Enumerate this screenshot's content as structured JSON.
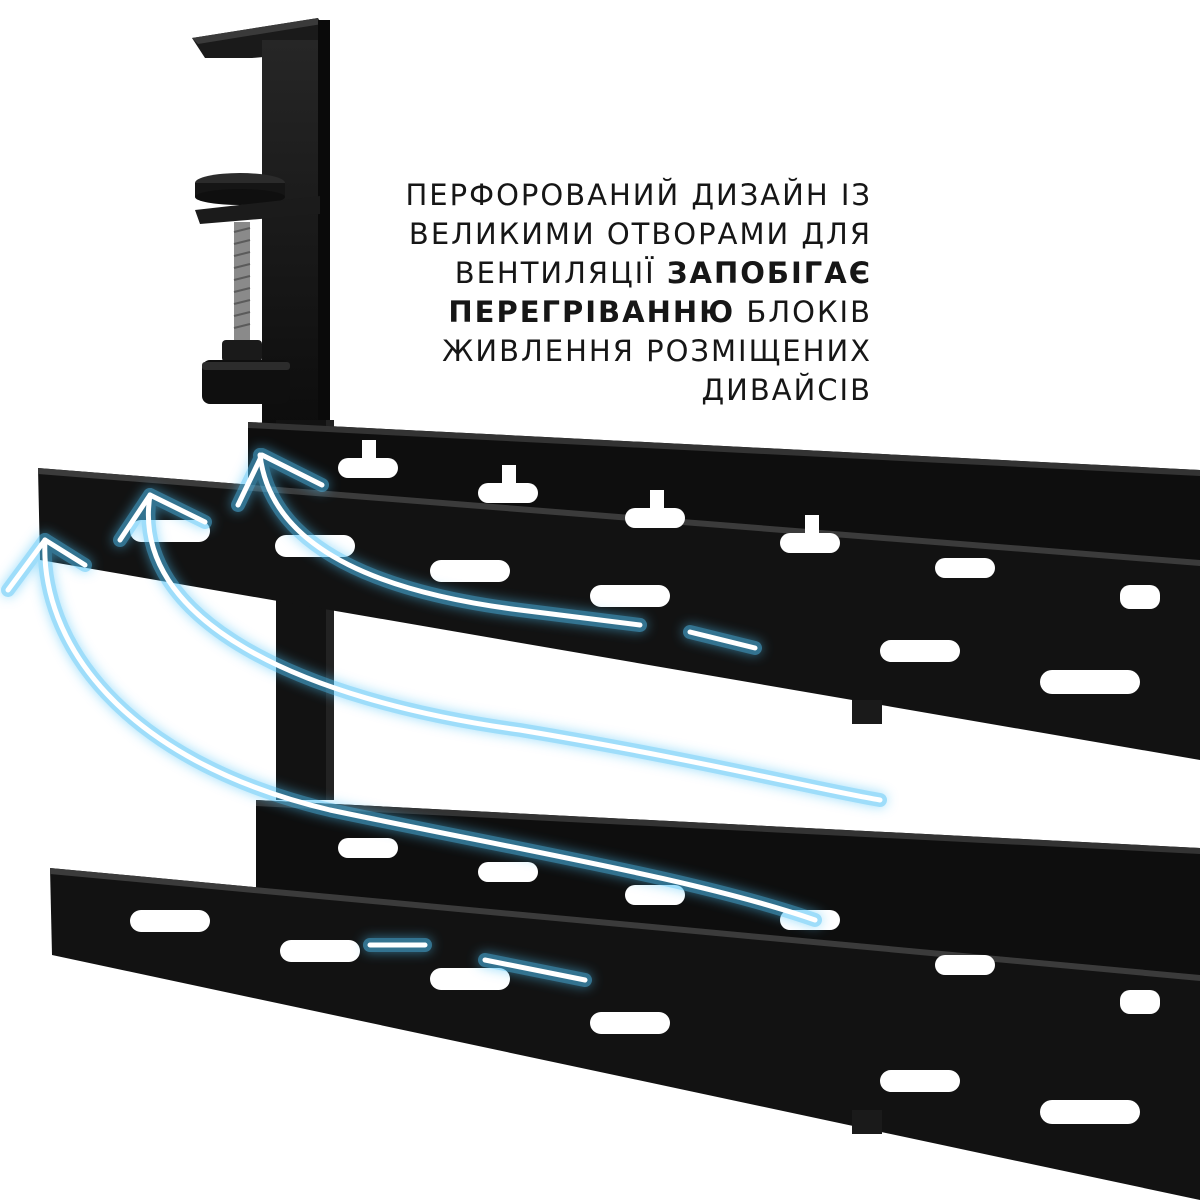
{
  "caption": {
    "line1": "ПЕРФОРОВАНИЙ ДИЗАЙН ІЗ",
    "line2": "ВЕЛИКИМИ ОТВОРАМИ ДЛЯ",
    "line3_normal": "ВЕНТИЛЯЦІЇ",
    "line3_bold": "ЗАПОБІГАЄ",
    "line4_bold": "ПЕРЕГРІВАННЮ",
    "line4_normal": "БЛОКІВ",
    "line5": "ЖИВЛЕННЯ РОЗМІЩЕНИХ",
    "line6": "ДИВАЙСІВ"
  },
  "colors": {
    "metal": "#141414",
    "metal_edge": "#2a2a2a",
    "airflow_glow": "#4fc3f7",
    "airflow_core": "#ffffff",
    "text": "#161616"
  },
  "icons": [
    "desk-clamp",
    "cable-tray-upper",
    "cable-tray-lower",
    "airflow-arrows"
  ]
}
